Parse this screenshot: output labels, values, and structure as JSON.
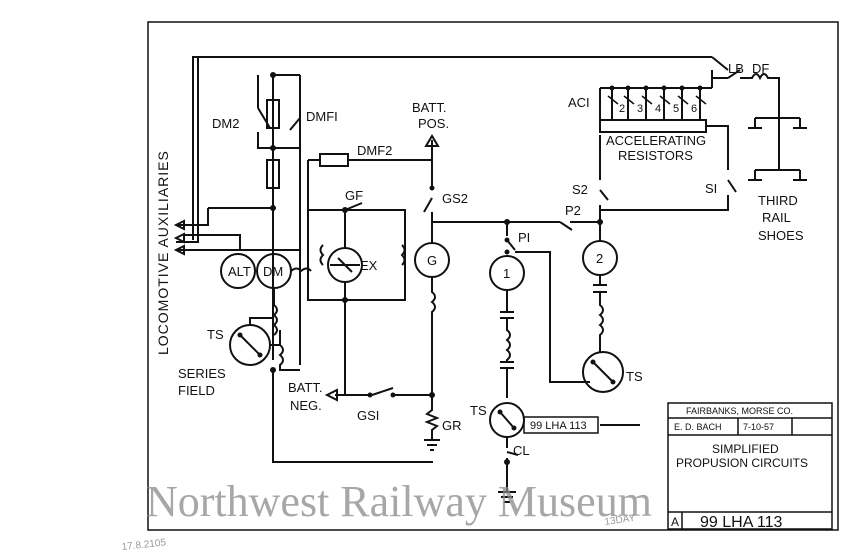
{
  "labels": {
    "dm2": "DM2",
    "dmf1": "DMFI",
    "batt_pos": [
      "BATT.",
      "POS."
    ],
    "dmf2": "DMF2",
    "gf": "GF",
    "gs2": "GS2",
    "ex": "EX",
    "alt": "ALT",
    "dm": "DM",
    "g": "G",
    "m1": "1",
    "m2": "2",
    "p1": "PI",
    "p2": "P2",
    "s2": "S2",
    "s1": "SI",
    "ac1": "ACI",
    "resistor_steps": [
      "2",
      "3",
      "4",
      "5",
      "6"
    ],
    "accel": [
      "ACCELERATING",
      "RESISTORS"
    ],
    "lb": "LB",
    "df": "DF",
    "third_rail": [
      "THIRD",
      "RAIL",
      "SHOES"
    ],
    "loco_aux": "LOCOMOTIVE  AUXILIARIES",
    "ts_left": "TS",
    "series_field": [
      "SERIES",
      "FIELD"
    ],
    "batt_neg": [
      "BATT.",
      "NEG."
    ],
    "gs1": "GSI",
    "gr": "GR",
    "ts_bottom": "TS",
    "cl": "CL",
    "ts_right": "TS",
    "tag": "99 LHA 113"
  },
  "title_block": {
    "company": "FAIRBANKS, MORSE CO.",
    "drawn_by": "E. D. BACH",
    "date": "7-10-57",
    "title": [
      "SIMPLIFIED",
      "PROPUSION CIRCUITS"
    ],
    "size": "A",
    "drawing_no": "99 LHA 113"
  },
  "watermark": "Northwest Railway Museum",
  "margin_notes": {
    "bottom_left": "17.8.2105",
    "bottom_right": "13DAY"
  }
}
